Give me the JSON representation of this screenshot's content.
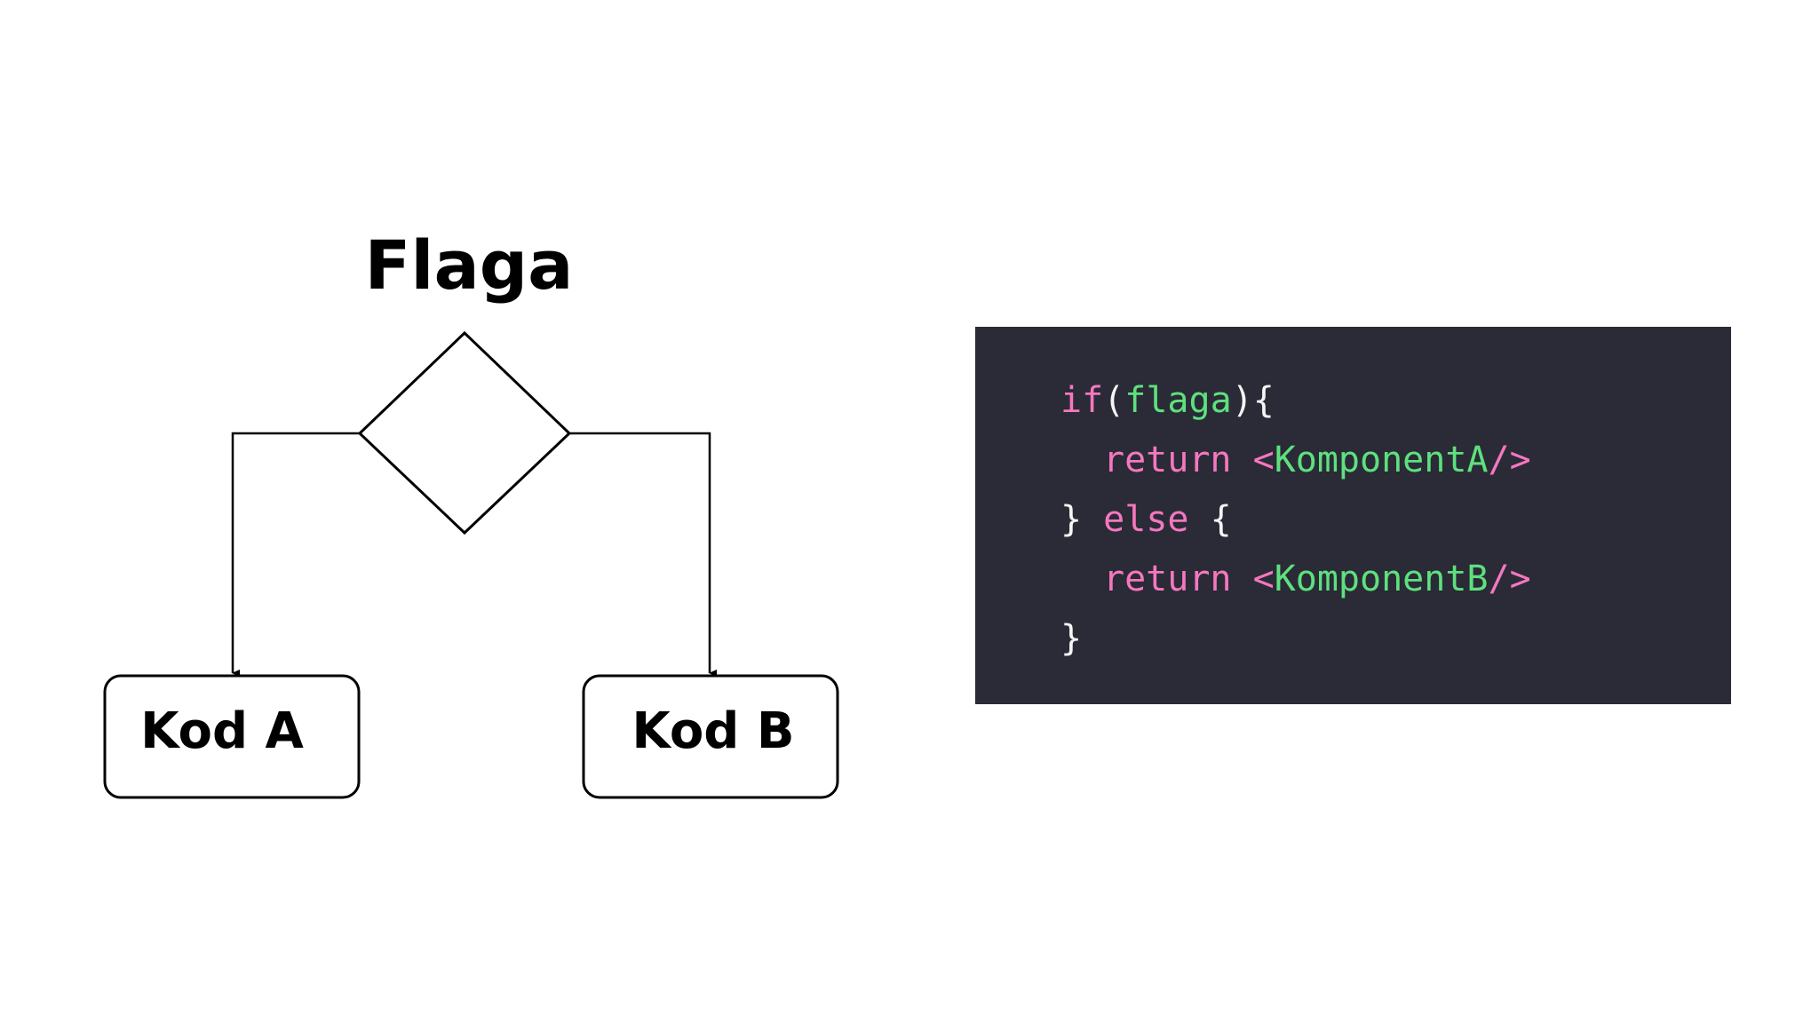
{
  "diagram": {
    "title": "Flaga",
    "box_a": "Kod A",
    "box_b": "Kod B"
  },
  "code": {
    "background": "#2a2b36",
    "colors": {
      "keyword": "#f577c0",
      "name": "#5ee07e",
      "punctuation": "#f5f5f5"
    },
    "line1": {
      "kw_if": "if",
      "p_open": "(",
      "name_flaga": "flaga",
      "p_close": "){"
    },
    "line2": {
      "kw_return": "return",
      "space": " ",
      "lt": "<",
      "component": "KomponentA",
      "close": "/>"
    },
    "line3": {
      "brace": "} ",
      "kw_else": "else",
      "brace_open": " {"
    },
    "line4": {
      "kw_return": "return",
      "space": " ",
      "lt": "<",
      "component": "KomponentB",
      "close": "/>"
    },
    "line5": {
      "brace": "}"
    }
  }
}
